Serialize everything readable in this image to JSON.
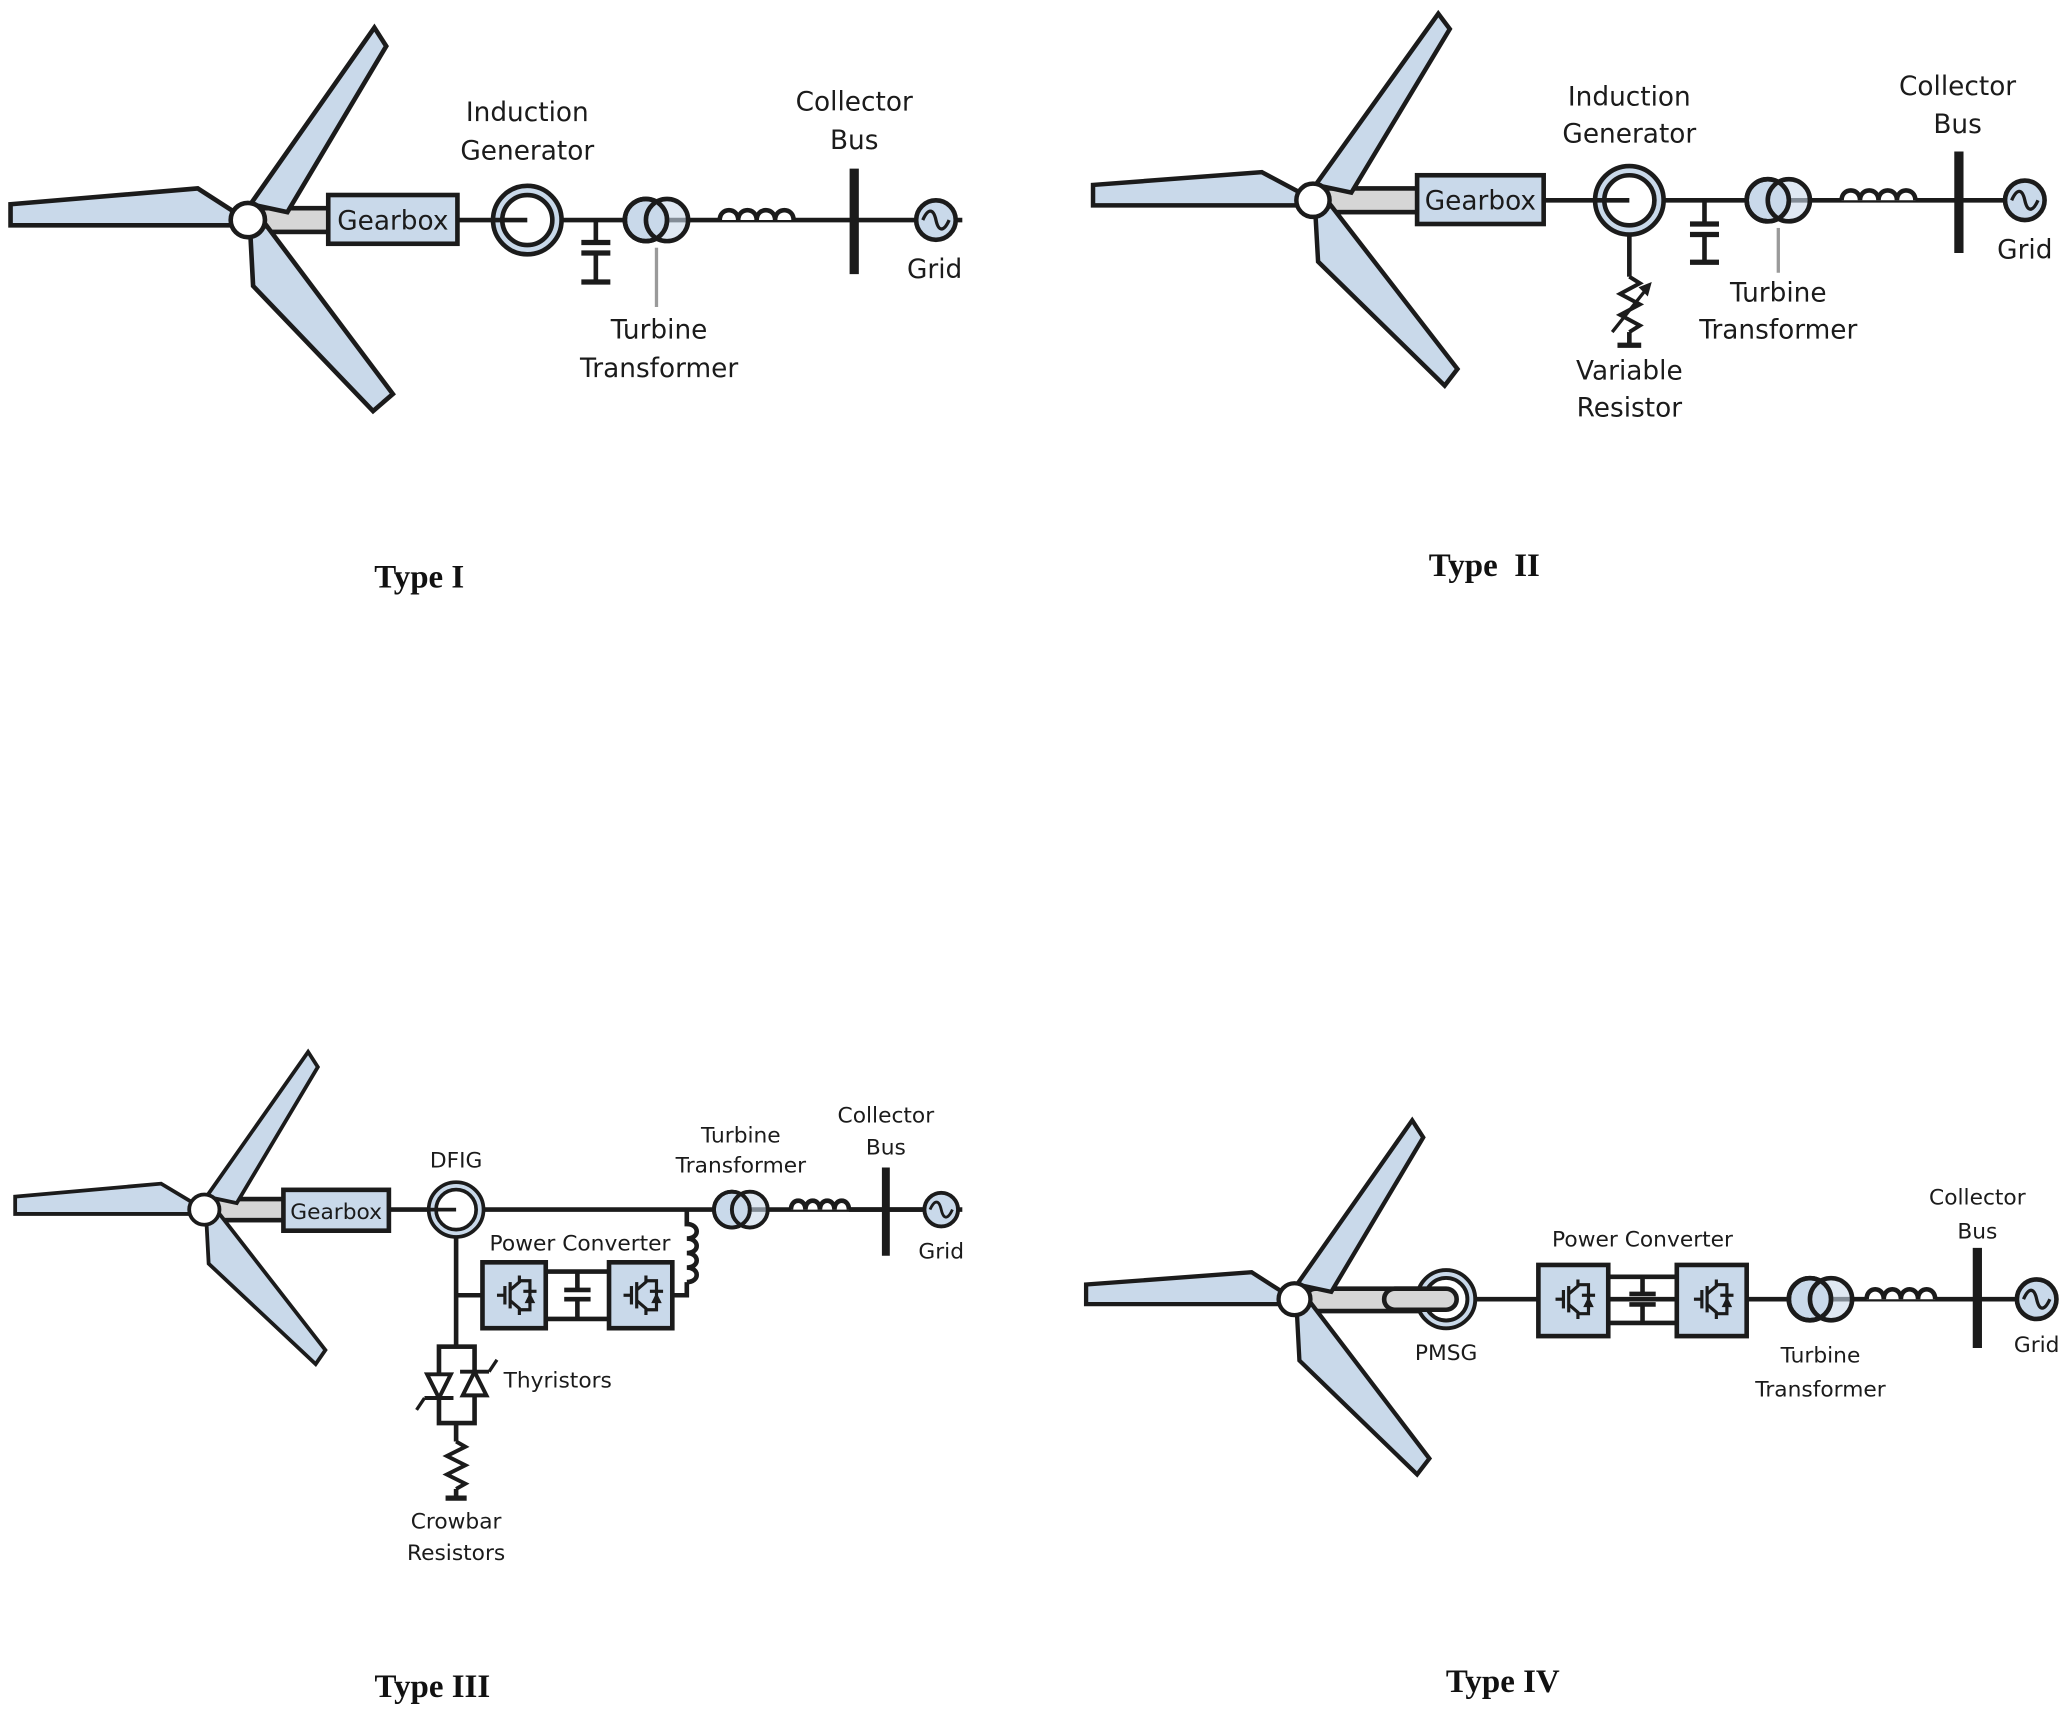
{
  "figure": {
    "diagrams": [
      {
        "caption": "Type I",
        "labels": {
          "generator": [
            "Induction",
            "Generator"
          ],
          "gearbox": "Gearbox",
          "transformer": [
            "Turbine",
            "Transformer"
          ],
          "bus": [
            "Collector",
            "Bus"
          ],
          "grid": "Grid"
        }
      },
      {
        "caption": "Type  II",
        "labels": {
          "generator": [
            "Induction",
            "Generator"
          ],
          "gearbox": "Gearbox",
          "resistor": [
            "Variable",
            "Resistor"
          ],
          "transformer": [
            "Turbine",
            "Transformer"
          ],
          "bus": [
            "Collector",
            "Bus"
          ],
          "grid": "Grid"
        }
      },
      {
        "caption": "Type III",
        "labels": {
          "generator": "DFIG",
          "gearbox": "Gearbox",
          "converter": "Power Converter",
          "thyristors": "Thyristors",
          "crowbar": [
            "Crowbar",
            "Resistors"
          ],
          "transformer": [
            "Turbine",
            "Transformer"
          ],
          "bus": [
            "Collector",
            "Bus"
          ],
          "grid": "Grid"
        }
      },
      {
        "caption": "Type IV",
        "labels": {
          "generator": "PMSG",
          "converter": "Power Converter",
          "transformer": [
            "Turbine",
            "Transformer"
          ],
          "bus": [
            "Collector",
            "Bus"
          ],
          "grid": "Grid"
        }
      }
    ],
    "colors": {
      "component_fill": "#c9d9ea",
      "shaft_fill": "#d6d6d6",
      "line": "#1b1b1b"
    }
  }
}
